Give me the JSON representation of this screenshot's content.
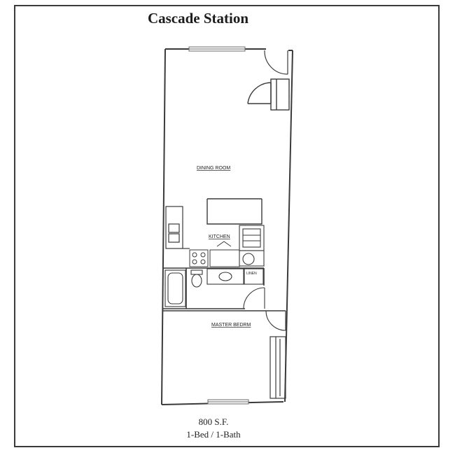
{
  "title": "Cascade Station",
  "rooms": {
    "dining": "DINING ROOM",
    "kitchen": "KITCHEN",
    "master": "MASTER BEDRM",
    "linen": "LINEN"
  },
  "footer": {
    "square_feet": "800 S.F.",
    "bed_bath": "1-Bed / 1-Bath"
  },
  "colors": {
    "line": "#3a3a3a",
    "window": "#6a6a6a"
  }
}
